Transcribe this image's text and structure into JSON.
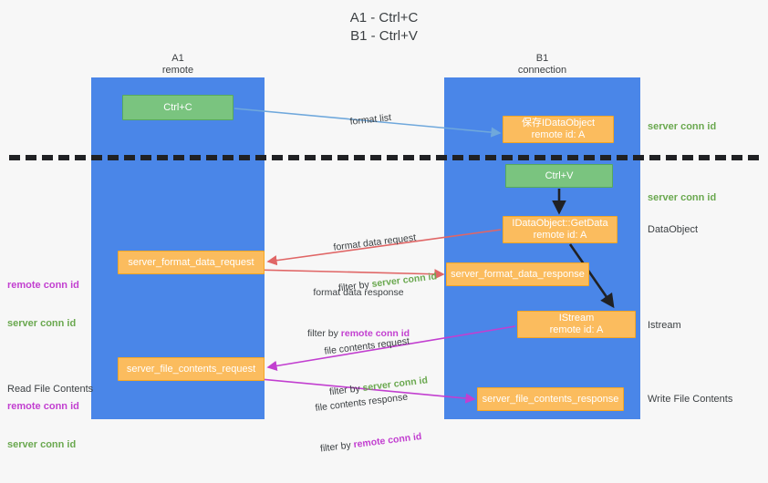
{
  "title": "A1 - Ctrl+C\nB1 - Ctrl+V",
  "lanes": {
    "left": {
      "name": "A1",
      "role": "remote",
      "header": "A1\nremote"
    },
    "right": {
      "name": "B1",
      "role": "connection",
      "header": "B1\nconnection"
    }
  },
  "colors": {
    "lane": "#4a86e8",
    "box_orange": "#fbbc5e",
    "box_green": "#7ac47f",
    "server_conn": "#6aa84f",
    "remote_conn": "#c23fd0",
    "arrow_blue": "#6fa8dc",
    "arrow_red": "#e06666",
    "arrow_magenta": "#c23fd0",
    "arrow_black": "#202124",
    "background": "#f7f7f7"
  },
  "boxes": {
    "ctrl_c": {
      "label": "Ctrl+C",
      "style": "green"
    },
    "save_dataobj": {
      "label": "保存IDataObject",
      "sub": "remote id: A",
      "style": "orange"
    },
    "ctrl_v": {
      "label": "Ctrl+V",
      "style": "green"
    },
    "getdata": {
      "label": "IDataObject::GetData",
      "sub": "remote id: A",
      "style": "orange"
    },
    "sfd_request": {
      "label": "server_format_data_request",
      "style": "orange"
    },
    "sfd_response": {
      "label": "server_format_data_response",
      "style": "orange"
    },
    "istream": {
      "label": "IStream",
      "sub": "remote id: A",
      "style": "orange"
    },
    "sfc_request": {
      "label": "server_file_contents_request",
      "style": "orange"
    },
    "sfc_response": {
      "label": "server_file_contents_response",
      "style": "orange"
    }
  },
  "arrow_labels": {
    "format_list": {
      "line1": "format list"
    },
    "format_data_req": {
      "line1": "format data request",
      "filter_prefix": "filter by ",
      "filter_key": "server conn id"
    },
    "format_data_resp": {
      "line1": "format data response",
      "filter_prefix": "filter by ",
      "filter_key": "remote conn id"
    },
    "file_contents_req": {
      "line1": "file contents request",
      "filter_prefix": "filter by ",
      "filter_key": "server conn id"
    },
    "file_contents_resp": {
      "line1": "file contents response",
      "filter_prefix": "filter by ",
      "filter_key": "remote conn id"
    }
  },
  "right_labels": {
    "server_conn_top": "server conn id",
    "server_conn_second": "server conn id",
    "dataobject": "DataObject",
    "istream": "Istream",
    "write_file": "Write File Contents"
  },
  "left_labels": {
    "format_block": {
      "remote": "remote conn id",
      "server": "server conn id"
    },
    "read_file": {
      "title": "Read File Contents",
      "remote": "remote conn id",
      "server": "server conn id"
    }
  }
}
